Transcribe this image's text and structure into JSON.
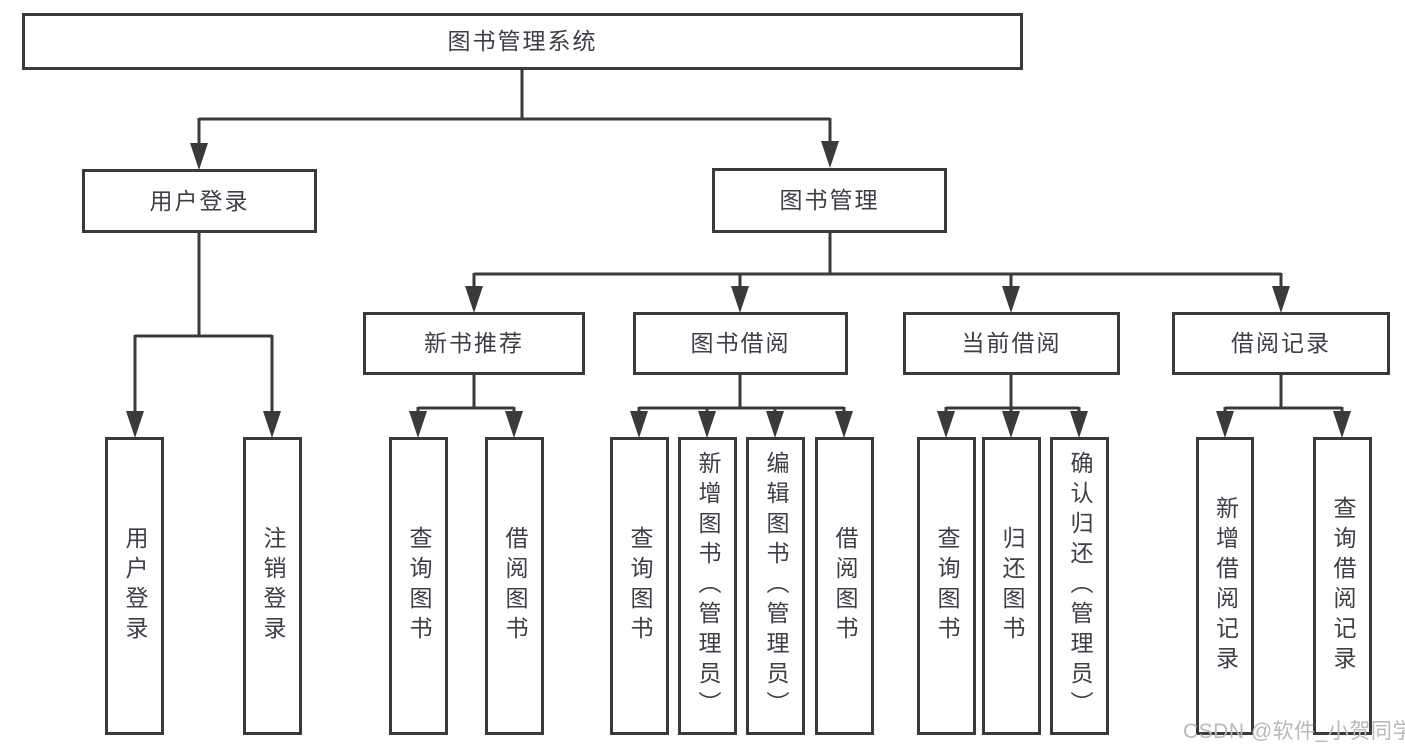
{
  "diagram": {
    "type": "tree",
    "colors": {
      "line": "#3a3a3a",
      "box_border": "#3a3a3a",
      "text": "#3e3e46",
      "background": "#ffffff",
      "watermark": "#b9b9b9"
    }
  },
  "nodes": {
    "root": "图书管理系统",
    "level2": [
      "用户登录",
      "图书管理"
    ],
    "level3": [
      "新书推荐",
      "图书借阅",
      "当前借阅",
      "借阅记录"
    ],
    "leaves": [
      "用户登录",
      "注销登录",
      "查询图书",
      "借阅图书",
      "查询图书",
      "新增图书（管理员）",
      "编辑图书（管理员）",
      "借阅图书",
      "查询图书",
      "归还图书",
      "确认归还（管理员）",
      "新增借阅记录",
      "查询借阅记录"
    ]
  },
  "hierarchy": {
    "图书管理系统": {
      "用户登录": [
        "用户登录",
        "注销登录"
      ],
      "图书管理": {
        "新书推荐": [
          "查询图书",
          "借阅图书"
        ],
        "图书借阅": [
          "查询图书",
          "新增图书（管理员）",
          "编辑图书（管理员）",
          "借阅图书"
        ],
        "当前借阅": [
          "查询图书",
          "归还图书",
          "确认归还（管理员）"
        ],
        "借阅记录": [
          "新增借阅记录",
          "查询借阅记录"
        ]
      }
    }
  },
  "watermark": "CSDN @软件_小贺同学"
}
